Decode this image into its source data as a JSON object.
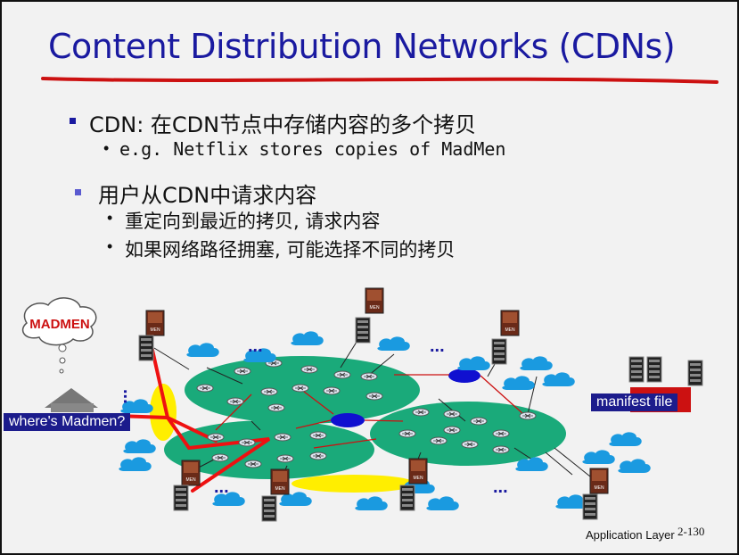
{
  "slide": {
    "title": "Content Distribution Networks (CDNs)",
    "bullets": [
      {
        "text": "CDN: 在CDN节点中存储内容的多个拷贝",
        "sub": [
          "e.g. Netflix stores copies of MadMen"
        ]
      },
      {
        "text": "用户从CDN中请求内容",
        "sub": [
          "重定向到最近的拷贝, 请求内容",
          "如果网络路径拥塞, 可能选择不同的拷贝"
        ]
      }
    ],
    "thought_bubble_text": "MADMEN",
    "client_label": "where's Madmen?",
    "manifest_label": "manifest file",
    "ellipsis": "...",
    "footer_text": "Application Layer",
    "page_number": "2-130"
  },
  "colors": {
    "title": "#1a1aa0",
    "underline": "#cc1111",
    "network": "#1aaa7a",
    "cloud": "#1a9ae0",
    "router_link": "#cc1111",
    "label_bg": "#1c1c8c",
    "yellow": "#ffee00"
  }
}
